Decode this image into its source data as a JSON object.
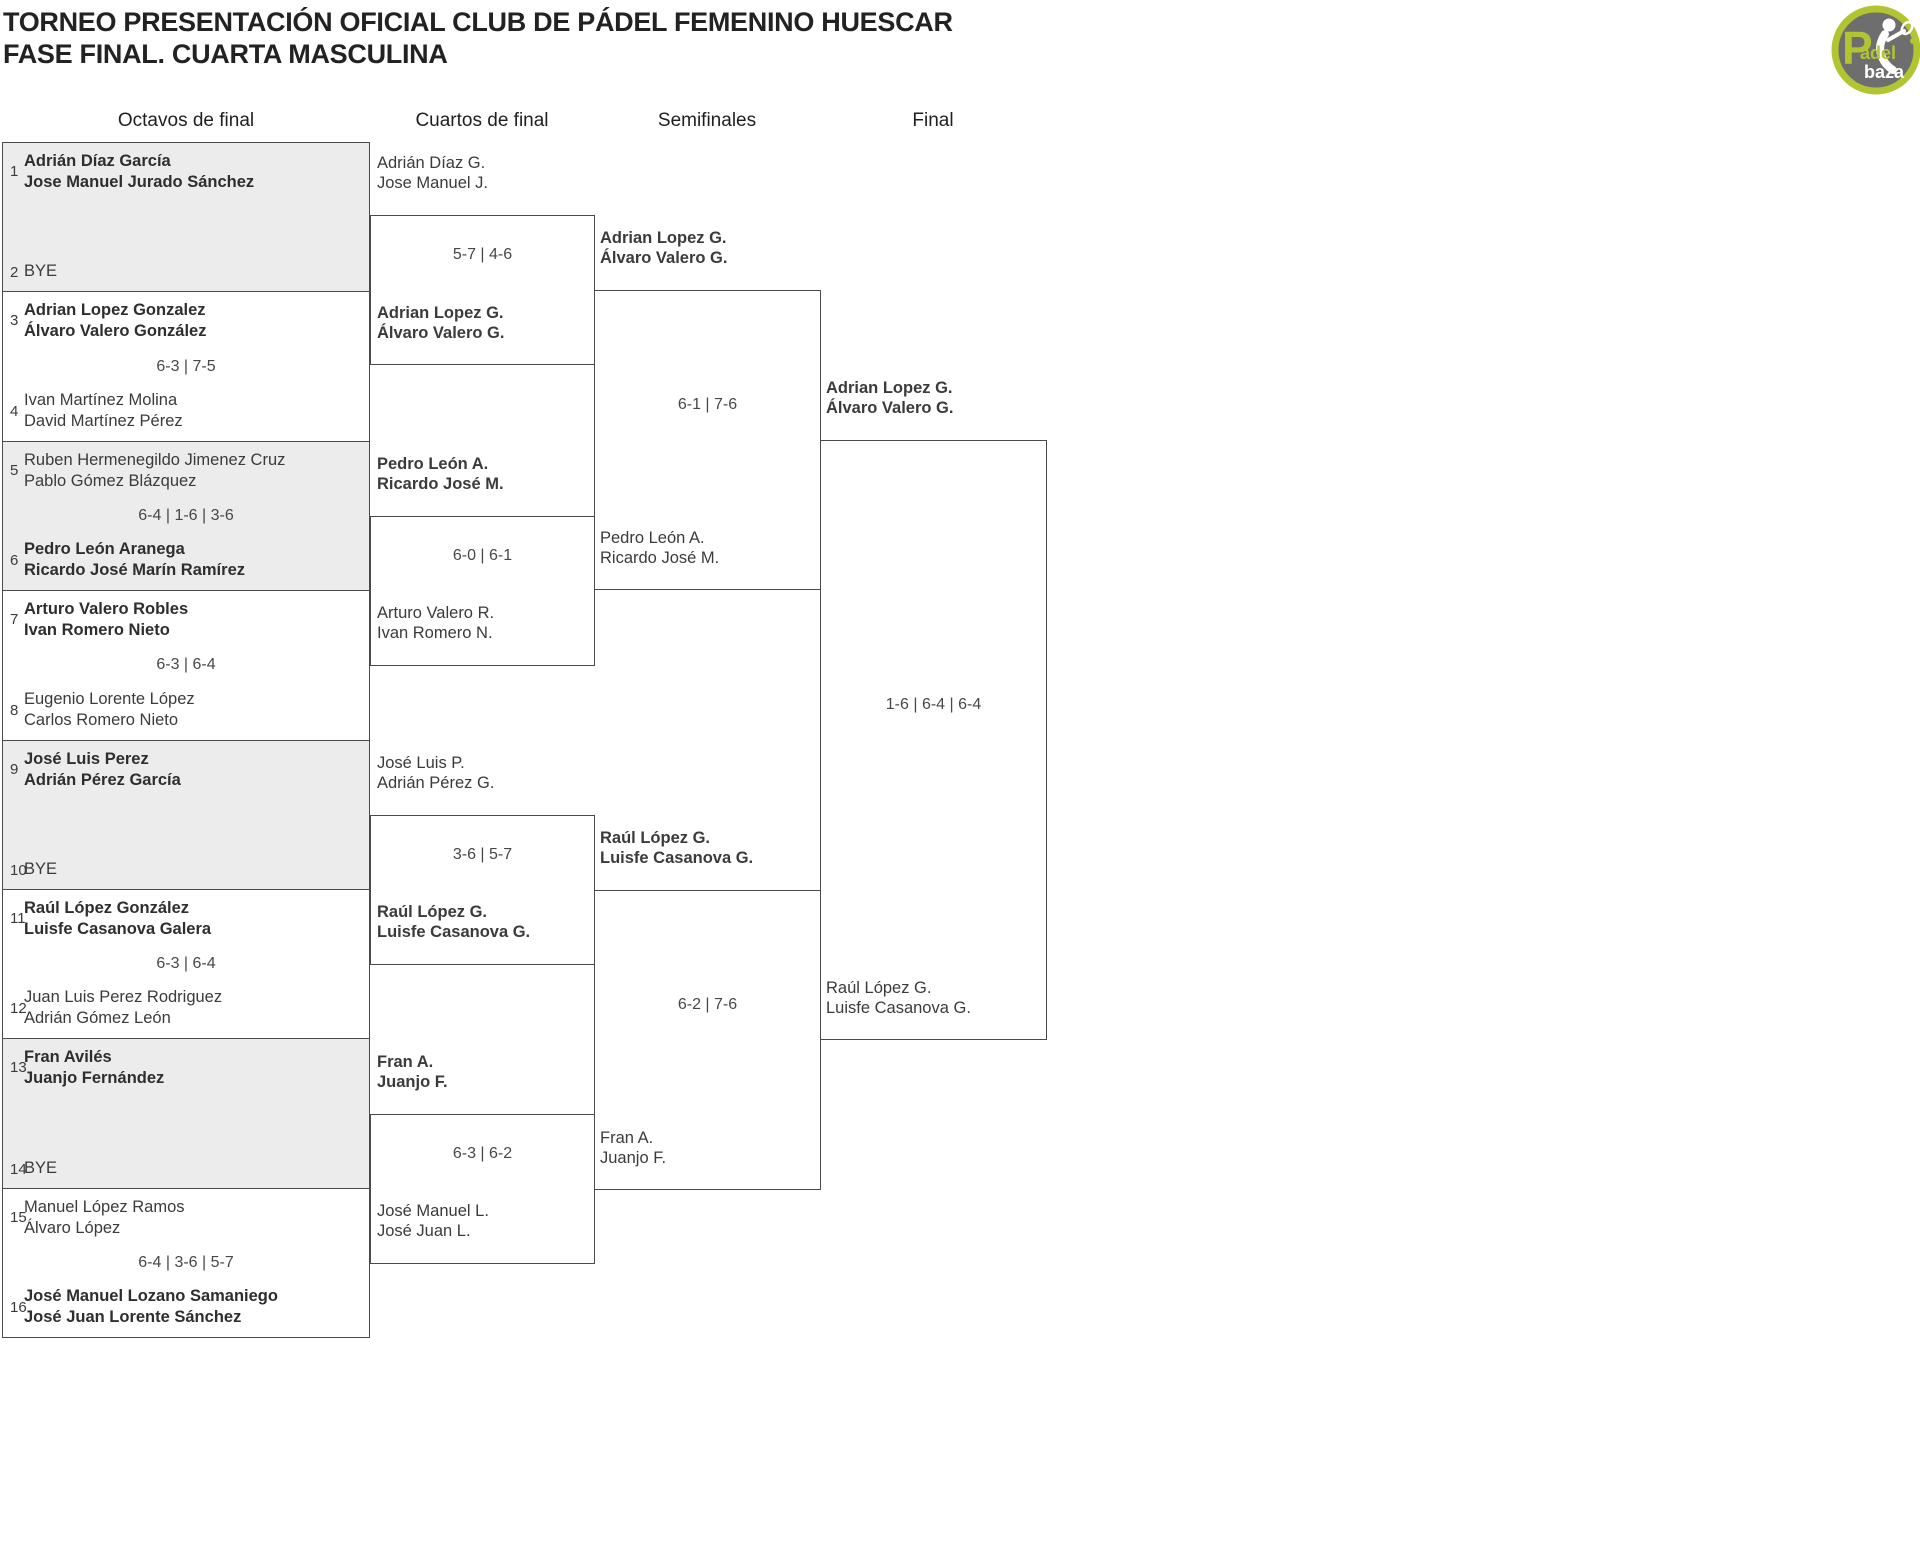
{
  "title": {
    "line1": "TORNEO PRESENTACIÓN OFICIAL CLUB DE PÁDEL FEMENINO HUESCAR",
    "line2": "FASE FINAL. CUARTA MASCULINA"
  },
  "logo": {
    "p": "P",
    "adel": "adel",
    "baza": "baza",
    "ring_color": "#b3c431",
    "disc_color": "#6e6e6e"
  },
  "rounds": [
    "Octavos de final",
    "Cuartos de final",
    "Semifinales",
    "Final"
  ],
  "colors": {
    "shaded_cell": "#ececec",
    "border": "#4a4a4a",
    "text": "#3b3b3b"
  },
  "r16": [
    {
      "num1": "1",
      "t1a": "Adrián Díaz García",
      "t1b": "Jose Manuel Jurado Sánchez",
      "w1": true,
      "num2": "2",
      "t2a": "BYE",
      "t2b": "",
      "w2": false,
      "score": ""
    },
    {
      "num1": "3",
      "t1a": "Adrian Lopez Gonzalez",
      "t1b": "Álvaro Valero González",
      "w1": true,
      "num2": "4",
      "t2a": "Ivan Martínez Molina",
      "t2b": "David Martínez Pérez",
      "w2": false,
      "score": "6-3 | 7-5"
    },
    {
      "num1": "5",
      "t1a": "Ruben Hermenegildo Jimenez Cruz",
      "t1b": "Pablo Gómez Blázquez",
      "w1": false,
      "num2": "6",
      "t2a": "Pedro León Aranega",
      "t2b": "Ricardo José Marín Ramírez",
      "w2": true,
      "score": "6-4 | 1-6 | 3-6"
    },
    {
      "num1": "7",
      "t1a": "Arturo Valero Robles",
      "t1b": "Ivan Romero Nieto",
      "w1": true,
      "num2": "8",
      "t2a": "Eugenio Lorente López",
      "t2b": "Carlos Romero Nieto",
      "w2": false,
      "score": "6-3 | 6-4"
    },
    {
      "num1": "9",
      "t1a": "José Luis Perez",
      "t1b": "Adrián Pérez García",
      "w1": true,
      "num2": "10",
      "t2a": "BYE",
      "t2b": "",
      "w2": false,
      "score": ""
    },
    {
      "num1": "11",
      "t1a": "Raúl López González",
      "t1b": "Luisfe Casanova Galera",
      "w1": true,
      "num2": "12",
      "t2a": "Juan Luis Perez Rodriguez",
      "t2b": "Adrián Gómez León",
      "w2": false,
      "score": "6-3 | 6-4"
    },
    {
      "num1": "13",
      "t1a": "Fran Avilés",
      "t1b": "Juanjo Fernández",
      "w1": true,
      "num2": "14",
      "t2a": "BYE",
      "t2b": "",
      "w2": false,
      "score": ""
    },
    {
      "num1": "15",
      "t1a": "Manuel López Ramos",
      "t1b": "Álvaro López",
      "w1": false,
      "num2": "16",
      "t2a": "José Manuel Lozano Samaniego",
      "t2b": "José Juan Lorente Sánchez",
      "w2": true,
      "score": "6-4 | 3-6 | 5-7"
    }
  ],
  "qf": [
    {
      "t1a": "Adrián Díaz G.",
      "t1b": "Jose Manuel J.",
      "w1": false,
      "t2a": "Adrian Lopez G.",
      "t2b": "Álvaro Valero G.",
      "w2": true,
      "score": "5-7 | 4-6"
    },
    {
      "t1a": "Pedro León A.",
      "t1b": "Ricardo José M.",
      "w1": true,
      "t2a": "Arturo Valero R.",
      "t2b": "Ivan Romero N.",
      "w2": false,
      "score": "6-0 | 6-1"
    },
    {
      "t1a": "José Luis P.",
      "t1b": "Adrián Pérez G.",
      "w1": false,
      "t2a": "Raúl López G.",
      "t2b": "Luisfe Casanova G.",
      "w2": true,
      "score": "3-6 | 5-7"
    },
    {
      "t1a": "Fran A.",
      "t1b": "Juanjo F.",
      "w1": true,
      "t2a": "José Manuel L.",
      "t2b": "José Juan L.",
      "w2": false,
      "score": "6-3 | 6-2"
    }
  ],
  "sf": [
    {
      "t1a": "Adrian Lopez G.",
      "t1b": "Álvaro Valero G.",
      "w1": true,
      "t2a": "Pedro León A.",
      "t2b": "Ricardo José M.",
      "w2": false,
      "score": "6-1 | 7-6"
    },
    {
      "t1a": "Raúl López G.",
      "t1b": "Luisfe Casanova G.",
      "w1": true,
      "t2a": "Fran A.",
      "t2b": "Juanjo F.",
      "w2": false,
      "score": "6-2 | 7-6"
    }
  ],
  "final": {
    "t1a": "Adrian Lopez G.",
    "t1b": "Álvaro Valero G.",
    "w1": true,
    "t2a": "Raúl López G.",
    "t2b": "Luisfe Casanova G.",
    "w2": false,
    "score": "1-6 | 6-4 | 6-4"
  }
}
